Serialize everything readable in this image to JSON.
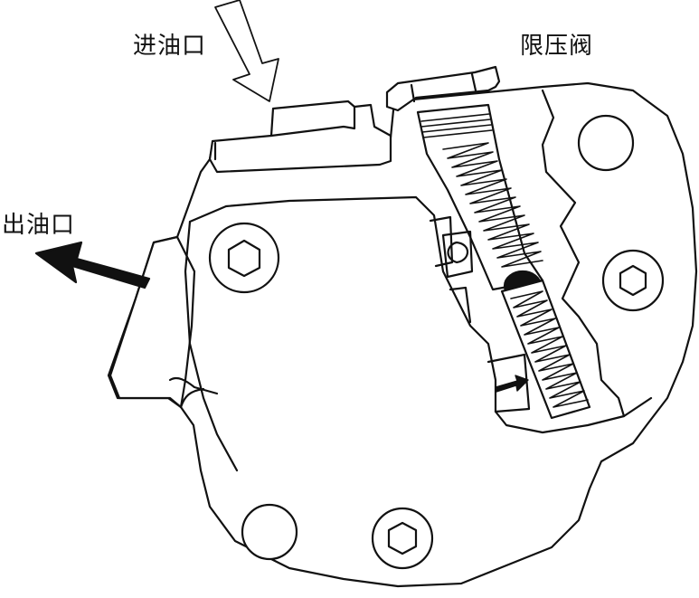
{
  "labels": {
    "inlet": "进油口",
    "relief_valve": "限压阀",
    "outlet": "出油口"
  },
  "colors": {
    "line": "#111111",
    "fill": "#ffffff",
    "ball": "#111111"
  },
  "icons": {
    "inlet_arrow": "hollow-arrow-down",
    "outlet_arrow": "solid-arrow-left",
    "flow_arrow": "small-arrow-right"
  }
}
